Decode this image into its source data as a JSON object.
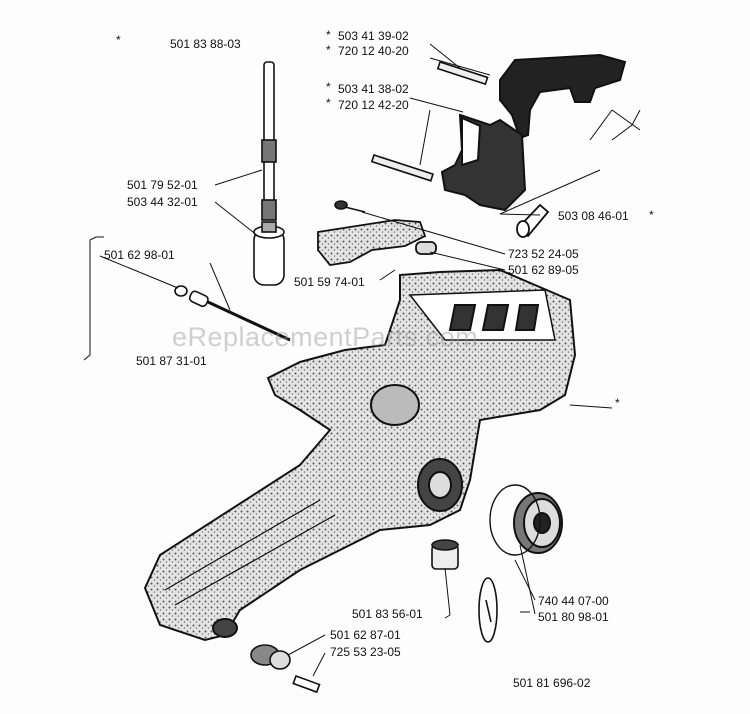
{
  "watermark": "eReplacementParts.com",
  "diagram_id": "501 81 696-02",
  "callouts": [
    {
      "id": "c1",
      "part": "501 83 88-03",
      "marked": true
    },
    {
      "id": "c2",
      "part": "503 41 39-02",
      "marked": true
    },
    {
      "id": "c3",
      "part": "720 12 40-20",
      "marked": true
    },
    {
      "id": "c4",
      "part": "503 41 38-02",
      "marked": true
    },
    {
      "id": "c5",
      "part": "720 12 42-20",
      "marked": true
    },
    {
      "id": "c6",
      "part": "501 79 52-01",
      "marked": false
    },
    {
      "id": "c7",
      "part": "503 44 32-01",
      "marked": false
    },
    {
      "id": "c8",
      "part": "503 08 46-01",
      "marked": true
    },
    {
      "id": "c9",
      "part": "723 52 24-05",
      "marked": false
    },
    {
      "id": "c10",
      "part": "501 62 98-01",
      "marked": false
    },
    {
      "id": "c11",
      "part": "501 62 89-05",
      "marked": false
    },
    {
      "id": "c12",
      "part": "501 59 74-01",
      "marked": false
    },
    {
      "id": "c13",
      "part": "501 87 31-01",
      "marked": false
    },
    {
      "id": "c14",
      "part": "501 83 56-01",
      "marked": false
    },
    {
      "id": "c15",
      "part": "740 44 07-00",
      "marked": false
    },
    {
      "id": "c16",
      "part": "501 80 98-01",
      "marked": false
    },
    {
      "id": "c17",
      "part": "501 62 87-01",
      "marked": false
    },
    {
      "id": "c18",
      "part": "725 53 23-05",
      "marked": false
    }
  ],
  "marker_symbol": "*"
}
